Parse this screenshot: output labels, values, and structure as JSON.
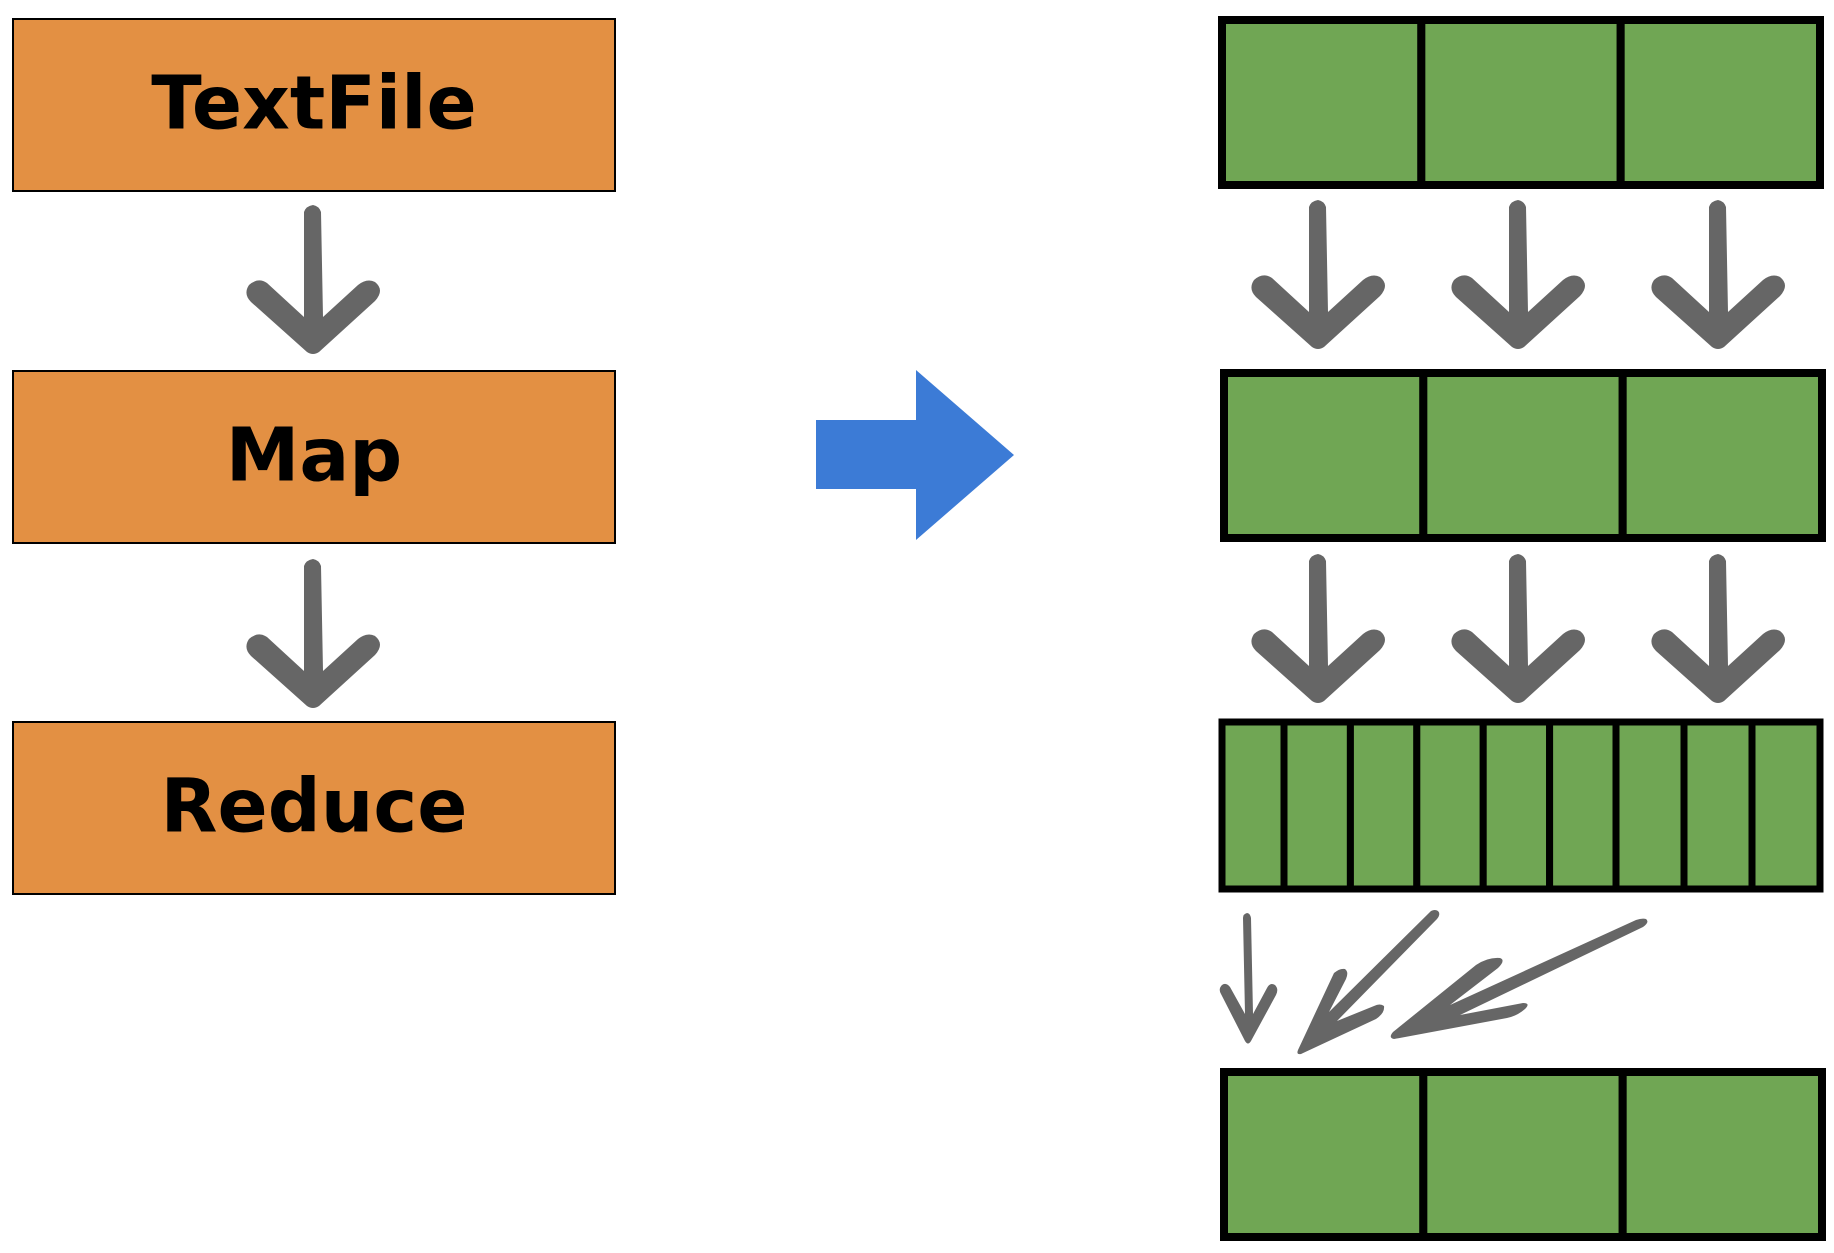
{
  "pipeline": {
    "stages": [
      {
        "label": "TextFile"
      },
      {
        "label": "Map"
      },
      {
        "label": "Reduce"
      }
    ]
  },
  "partitions": {
    "textfile": 3,
    "map": 3,
    "shuffle_groups": [
      1,
      5,
      3
    ],
    "reduce": 3
  },
  "colors": {
    "stage_fill": "#E39043",
    "partition_fill": "#70A654",
    "partition_border": "#000000",
    "arrow": "#666666",
    "transform_arrow": "#3C7BD6"
  }
}
